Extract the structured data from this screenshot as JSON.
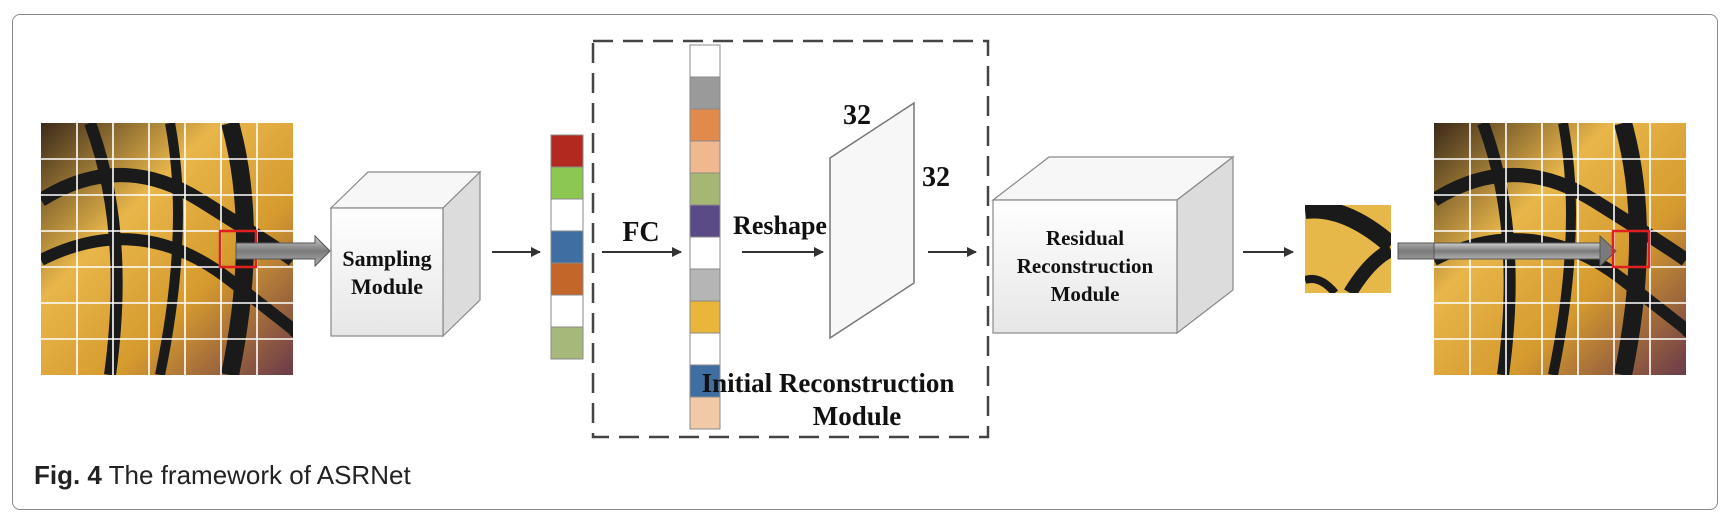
{
  "figure": {
    "caption_label": "Fig. 4",
    "caption_text": "The framework of ASRNet"
  },
  "labels": {
    "sampling_module": [
      "Sampling",
      "Module"
    ],
    "fc": "FC",
    "reshape": "Reshape",
    "dim_a": "32",
    "dim_b": "32",
    "initial_reconstruction": [
      "Initial Reconstruction",
      "Module"
    ],
    "residual_module": [
      "Residual",
      "Reconstruction",
      "Module"
    ]
  },
  "measurement_vector_colors": [
    "#b22a1f",
    "#8cc84f",
    "#ffffff",
    "#3f6ea3",
    "#c2662a",
    "#ffffff",
    "#a7b97a"
  ],
  "fc_vector_colors": [
    "#ffffff",
    "#9a9a9a",
    "#e08a4c",
    "#f0b88e",
    "#a6b774",
    "#5a4a86",
    "#ffffff",
    "#b5b5b5",
    "#e9b63a",
    "#ffffff",
    "#3f6ea3",
    "#f2c9a6"
  ]
}
